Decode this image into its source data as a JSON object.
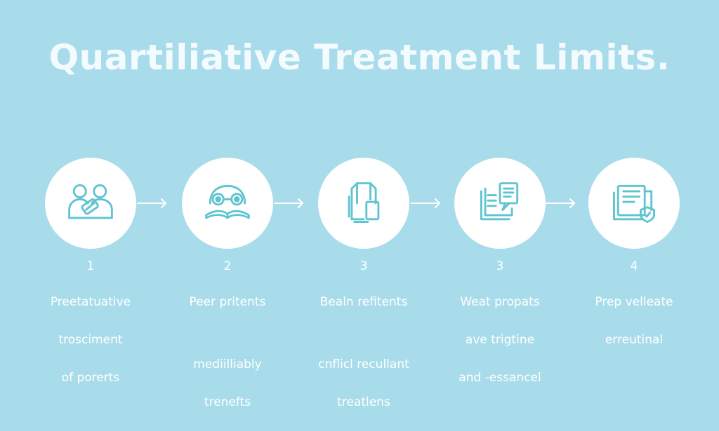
{
  "title": "Quartiliative Treatment Limits.",
  "colors": {
    "background": "#a9dceb",
    "circle": "#ffffff",
    "icon_stroke": "#5ec4cf",
    "text": "#ffffff"
  },
  "steps": [
    {
      "number": "1",
      "lines": [
        "Preetatuative",
        "trosciment",
        "of porerts"
      ],
      "icon": "two-people-icon"
    },
    {
      "number": "2",
      "lines": [
        "Peer pritents",
        "",
        "mediilliably",
        "trenefts"
      ],
      "icon": "reading-face-icon"
    },
    {
      "number": "3",
      "lines": [
        "Bealn refitents",
        "",
        "cnflicl recullant",
        "treatlens"
      ],
      "icon": "tablet-device-icon"
    },
    {
      "number": "3",
      "lines": [
        "Weat propats",
        "ave trigtine",
        "and ‑essancel"
      ],
      "icon": "documents-icon"
    },
    {
      "number": "4",
      "lines": [
        "Prep velleate",
        "erreutinal"
      ],
      "icon": "folder-shield-icon"
    }
  ]
}
